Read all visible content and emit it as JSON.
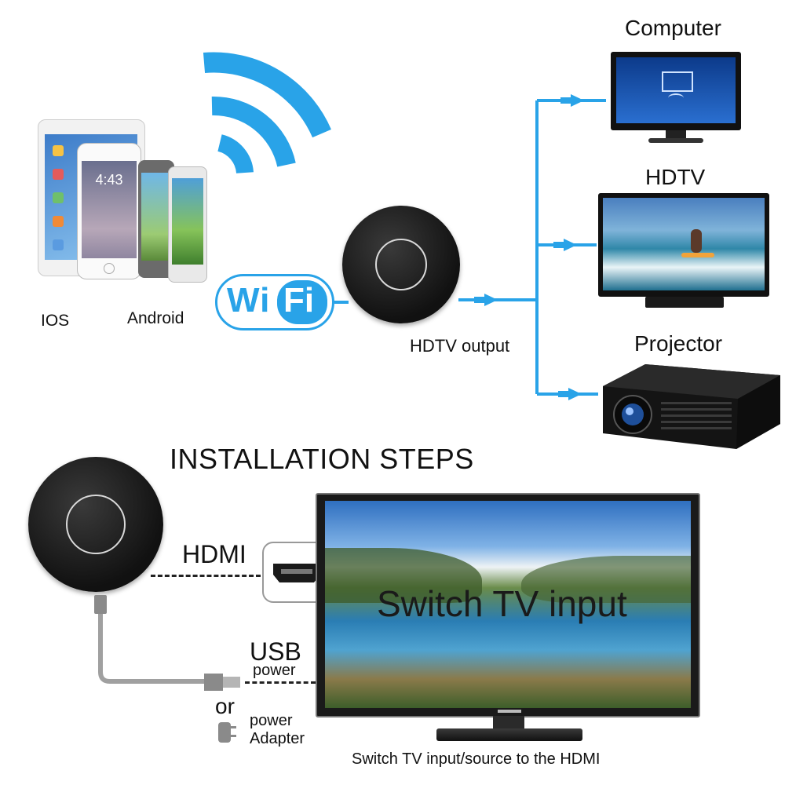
{
  "top": {
    "wifi_badge": {
      "text_a": "Wi",
      "text_b": "Fi"
    },
    "phone_labels": {
      "ios": "IOS",
      "android": "Android"
    },
    "phone_screen_time": "4:43",
    "device_output_label": "HDTV output",
    "targets": [
      {
        "label": "Computer"
      },
      {
        "label": "HDTV"
      },
      {
        "label": "Projector"
      }
    ]
  },
  "install": {
    "heading": "INSTALLATION STEPS",
    "hdmi_label": "HDMI",
    "usb_label": "USB",
    "usb_sub_label": "power",
    "or_label": "or",
    "adapter_label_line1": "power",
    "adapter_label_line2": "Adapter",
    "tv_overlay_text": "Switch TV input",
    "caption": "Switch TV input/source to the HDMI"
  },
  "colors": {
    "accent_blue": "#29a3e8",
    "device_black": "#1b1b1b",
    "cable_gray": "#9a9a9a"
  }
}
